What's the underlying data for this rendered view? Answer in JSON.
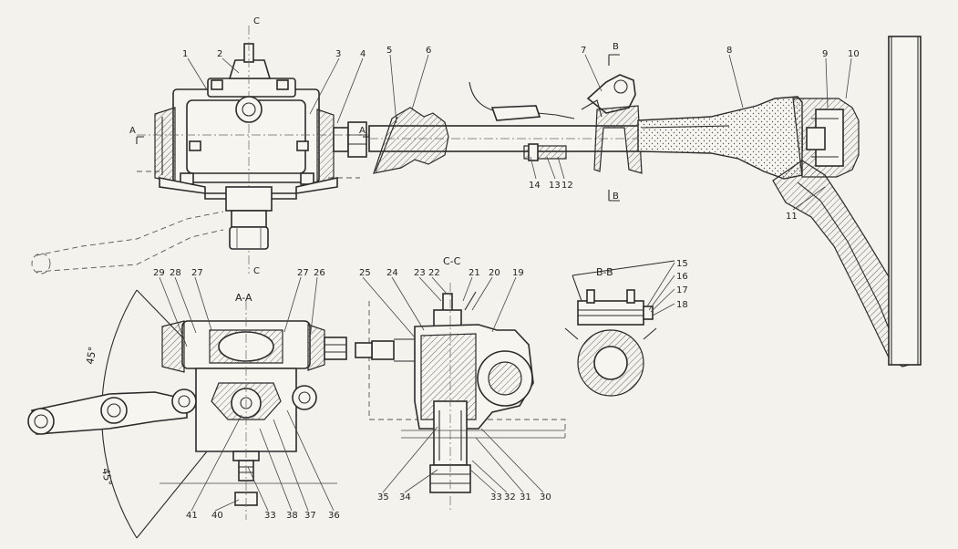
{
  "sections": {
    "aa": "A-A",
    "cc": "C-C",
    "bb": "B-B"
  },
  "cut_marks": {
    "a_left": "A",
    "a_right": "A",
    "c_top": "C",
    "c_bottom": "C",
    "b_top": "B",
    "b_bottom": "B"
  },
  "angles": {
    "upper": "45°",
    "lower": "45°"
  },
  "callouts": {
    "n1": "1",
    "n2": "2",
    "n3": "3",
    "n4": "4",
    "n5": "5",
    "n6": "6",
    "n7": "7",
    "n8": "8",
    "n9": "9",
    "n10": "10",
    "n11": "11",
    "n12": "12",
    "n13": "13",
    "n14": "14",
    "n15": "15",
    "n16": "16",
    "n17": "17",
    "n18": "18",
    "n19": "19",
    "n20": "20",
    "n21": "21",
    "n22": "22",
    "n23": "23",
    "n24": "24",
    "n25": "25",
    "n26": "26",
    "n27a": "27",
    "n27b": "27",
    "n28": "28",
    "n29": "29",
    "n30": "30",
    "n31": "31",
    "n32": "32",
    "n33a": "33",
    "n33b": "33",
    "n34": "34",
    "n35": "35",
    "n36": "36",
    "n37": "37",
    "n38": "38",
    "n40": "40",
    "n41": "41"
  },
  "colors": {
    "paper": "#f4f2ec",
    "ink": "#2b2b2b"
  }
}
